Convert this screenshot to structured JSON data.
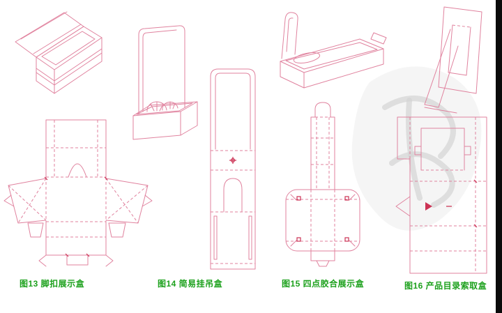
{
  "document": {
    "type": "packaging-dieline-catalog-page",
    "background": "#ffffff"
  },
  "figures": [
    {
      "id": "fig13",
      "label": "图13 脚扣展示盒"
    },
    {
      "id": "fig14",
      "label": "图14 简易挂吊盒"
    },
    {
      "id": "fig15",
      "label": "图15 四点胶合展示盒"
    },
    {
      "id": "fig16",
      "label": "图16 产品目录索取盒"
    }
  ],
  "colors": {
    "dieline_line": "#e0829e",
    "dieline_accent": "#cc3355",
    "caption_green": "#1da11d",
    "scan_edge_black": "#0a0a0a",
    "watermark_gray": "#ececec"
  }
}
